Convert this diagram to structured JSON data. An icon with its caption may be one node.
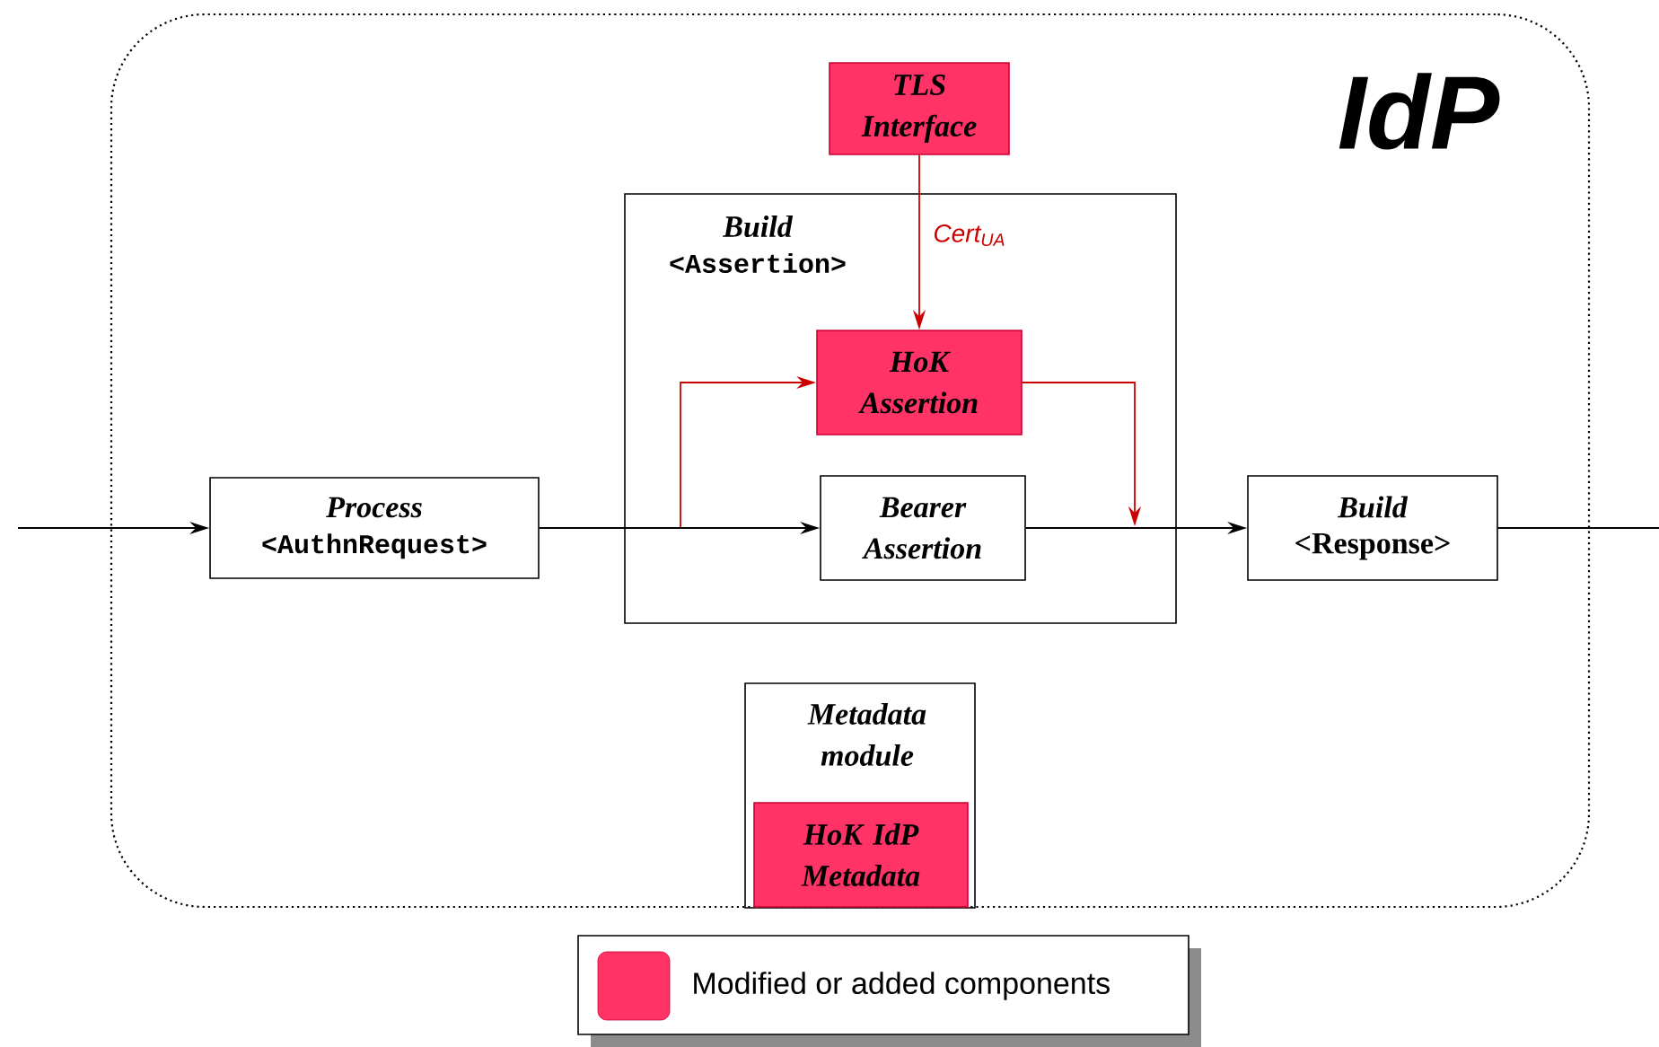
{
  "diagram": {
    "nodes": [
      {
        "text": [
          "IdP"
        ]
      },
      {
        "text": [
          "Process",
          "<AuthnRequest>"
        ],
        "in": 0
      },
      {
        "text": [
          "Build",
          "<Assertion>"
        ],
        "in": 0
      },
      {
        "text": [
          "TLS Interface"
        ],
        "in": 0
      },
      {
        "text": [
          "HoK Assertion"
        ],
        "in": 2
      },
      {
        "text": [
          "Bearer Assertion"
        ],
        "in": 2
      },
      {
        "text": [
          "Build",
          "<Response>"
        ],
        "in": 0
      },
      {
        "text": [
          "Metadata module"
        ],
        "in": 0
      },
      {
        "text": [
          "HoK IdP Metadata"
        ],
        "in": 7
      }
    ],
    "edges": [
      {
        "from": null,
        "to": 1,
        "arrow": "to"
      },
      {
        "from": 1,
        "to": 5,
        "arrow": "to"
      },
      {
        "from": 1,
        "to": 4,
        "arrow": "to",
        "color": "#cc0000"
      },
      {
        "from": 3,
        "to": 4,
        "arrow": "to",
        "label": "Cert$_{UA}$",
        "color": "#cc0000"
      },
      {
        "from": 4,
        "to": null,
        "arrow": "to",
        "color": "#cc0000"
      },
      {
        "from": 5,
        "to": 6,
        "arrow": "to"
      },
      {
        "from": 6,
        "to": null,
        "arrow": "none"
      }
    ],
    "legend": [
      {
        "text": "Modified or added components",
        "color": "#ff3366"
      }
    ]
  }
}
